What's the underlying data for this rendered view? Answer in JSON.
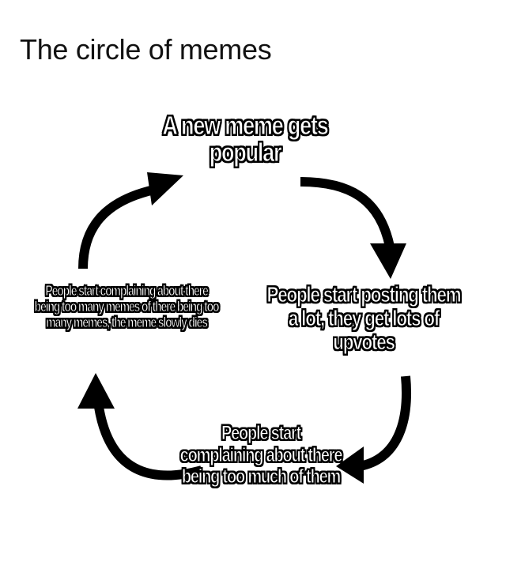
{
  "title": "The circle of memes",
  "diagram": {
    "type": "cycle",
    "nodes": [
      {
        "id": "top",
        "position": "top",
        "text": "A new meme gets popular"
      },
      {
        "id": "right",
        "position": "right",
        "text": "People start posting them a lot, they get lots of upvotes"
      },
      {
        "id": "bottom",
        "position": "bottom",
        "text": "People start complaining about there being too much of them"
      },
      {
        "id": "left",
        "position": "left",
        "text": "People start complaining about there being too many memes of there being too many memes, the meme slowly dies"
      }
    ],
    "edges": [
      {
        "from": "top",
        "to": "right",
        "direction": "clockwise"
      },
      {
        "from": "right",
        "to": "bottom",
        "direction": "clockwise"
      },
      {
        "from": "bottom",
        "to": "left",
        "direction": "clockwise"
      },
      {
        "from": "left",
        "to": "top",
        "direction": "clockwise"
      }
    ],
    "colors": {
      "background": "#ffffff",
      "arrow": "#000000",
      "text_fill": "#ffffff",
      "text_outline": "#000000",
      "title": "#111111"
    }
  }
}
